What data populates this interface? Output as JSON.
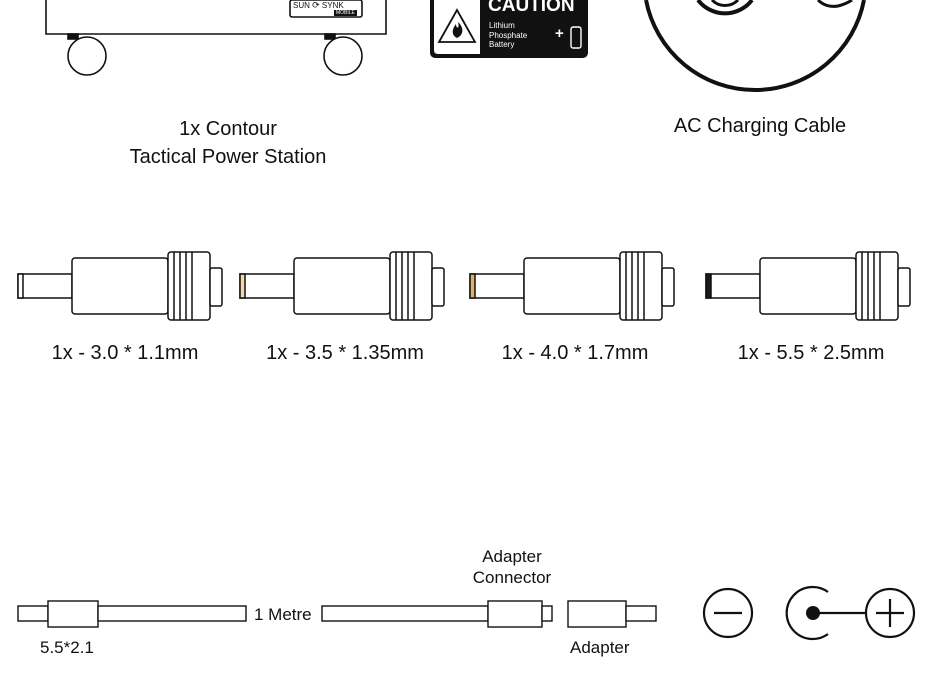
{
  "station": {
    "brand_sun": "SUN",
    "brand_synk": "SYNK",
    "brand_sub": "MOBILE",
    "caption_line1": "1x Contour",
    "caption_line2": "Tactical Power Station"
  },
  "caution_label": {
    "title": "CAUTION",
    "line1": "Lithium",
    "line2": "Phosphate",
    "line3": "Battery",
    "plus": "+"
  },
  "ac_cable": {
    "caption": "AC Charging Cable"
  },
  "tips": [
    {
      "label": "1x - 3.0 * 1.1mm",
      "pin_color": "#ffffff"
    },
    {
      "label": "1x - 3.5 * 1.35mm",
      "pin_color": "#f3d9a6"
    },
    {
      "label": "1x - 4.0 * 1.7mm",
      "pin_color": "#e2b063"
    },
    {
      "label": "1x - 5.5 * 2.5mm",
      "pin_color": "#1a1a1a"
    }
  ],
  "cable_diagram": {
    "plug_label": "5.5*2.1",
    "length_label": "1 Metre",
    "connector_label_line1": "Adapter",
    "connector_label_line2": "Connector",
    "adapter_label": "Adapter"
  },
  "polarity": {
    "negative_icon": "minus-circle-icon",
    "positive_icon": "plus-circle-icon"
  }
}
